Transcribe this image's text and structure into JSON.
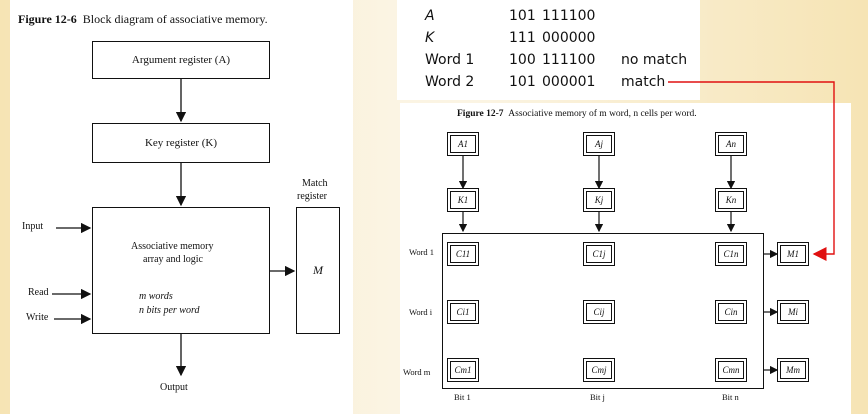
{
  "figure_left": {
    "title_label": "Figure 12-6",
    "title_text": "Block diagram of associative memory.",
    "argument_register": "Argument register (A)",
    "key_register": "Key register (K)",
    "match_register_label_line1": "Match",
    "match_register_label_line2": "register",
    "assoc_line1": "Associative memory",
    "assoc_line2": "array and logic",
    "words": "m words",
    "bits": "n bits per word",
    "m_label": "M",
    "input": "Input",
    "read": "Read",
    "write": "Write",
    "output": "Output"
  },
  "example": {
    "rows": [
      {
        "name": "A",
        "bits1": "101",
        "bits2": "111100",
        "result": ""
      },
      {
        "name": "K",
        "bits1": "111",
        "bits2": "000000",
        "result": ""
      },
      {
        "name": "Word 1",
        "bits1": "100",
        "bits2": "111100",
        "result": "no match"
      },
      {
        "name": "Word 2",
        "bits1": "101",
        "bits2": "000001",
        "result": "match"
      }
    ]
  },
  "figure_right": {
    "title_label": "Figure 12-7",
    "title_text": "Associative memory of m word, n cells per word.",
    "argument_cells": [
      "A1",
      "Aj",
      "An"
    ],
    "key_cells": [
      "K1",
      "Kj",
      "Kn"
    ],
    "word_labels": [
      "Word 1",
      "Word i",
      "Word m"
    ],
    "cells": [
      [
        "C11",
        "C1j",
        "C1n"
      ],
      [
        "Ci1",
        "Cij",
        "Cin"
      ],
      [
        "Cm1",
        "Cmj",
        "Cmn"
      ]
    ],
    "match_cells": [
      "M1",
      "Mi",
      "Mm"
    ],
    "bit_labels": [
      "Bit 1",
      "Bit j",
      "Bit n"
    ]
  },
  "colors": {
    "highlight_arrow": "#e01010",
    "background": "#f6e4b4"
  }
}
